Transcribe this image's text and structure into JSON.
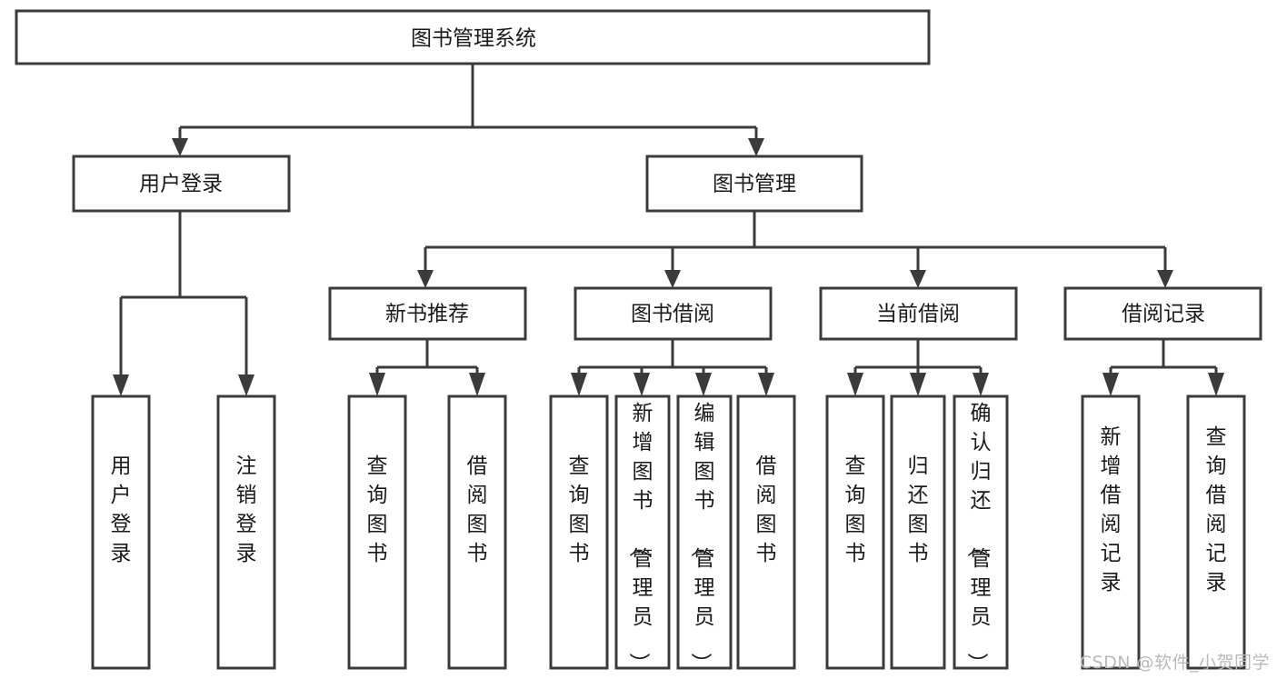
{
  "diagram": {
    "type": "tree-hierarchy",
    "title": "图书管理系统",
    "orientation": "top-down",
    "colors": {
      "background": "#ffffff",
      "box_fill": "#ffffff",
      "box_stroke": "#3b3b3b",
      "connector": "#3b3b3b",
      "text": "#1a1a1a",
      "watermark": "#b9b9b9"
    },
    "levels": [
      {
        "level": 1,
        "nodes": [
          {
            "id": "root",
            "label": "图书管理系统",
            "text_orientation": "horizontal"
          }
        ]
      },
      {
        "level": 2,
        "nodes": [
          {
            "id": "user-login",
            "label": "用户登录",
            "parent": "root",
            "text_orientation": "horizontal"
          },
          {
            "id": "book-manage",
            "label": "图书管理",
            "parent": "root",
            "text_orientation": "horizontal"
          }
        ]
      },
      {
        "level": 3,
        "nodes": [
          {
            "id": "new-book-rec",
            "label": "新书推荐",
            "parent": "book-manage",
            "text_orientation": "horizontal"
          },
          {
            "id": "book-borrow",
            "label": "图书借阅",
            "parent": "book-manage",
            "text_orientation": "horizontal"
          },
          {
            "id": "current-borrow",
            "label": "当前借阅",
            "parent": "book-manage",
            "text_orientation": "horizontal"
          },
          {
            "id": "borrow-record",
            "label": "借阅记录",
            "parent": "book-manage",
            "text_orientation": "horizontal"
          }
        ]
      },
      {
        "level": 4,
        "nodes": [
          {
            "id": "leaf-1",
            "label": "用户登录",
            "parent": "user-login",
            "text_orientation": "vertical"
          },
          {
            "id": "leaf-2",
            "label": "注销登录",
            "parent": "user-login",
            "text_orientation": "vertical"
          },
          {
            "id": "leaf-3",
            "label": "查询图书",
            "parent": "new-book-rec",
            "text_orientation": "vertical"
          },
          {
            "id": "leaf-4",
            "label": "借阅图书",
            "parent": "new-book-rec",
            "text_orientation": "vertical"
          },
          {
            "id": "leaf-5",
            "label": "查询图书",
            "parent": "book-borrow",
            "text_orientation": "vertical"
          },
          {
            "id": "leaf-6",
            "label": "新增图书（管理员）",
            "parent": "book-borrow",
            "text_orientation": "vertical"
          },
          {
            "id": "leaf-7",
            "label": "编辑图书（管理员）",
            "parent": "book-borrow",
            "text_orientation": "vertical"
          },
          {
            "id": "leaf-8",
            "label": "借阅图书",
            "parent": "book-borrow",
            "text_orientation": "vertical"
          },
          {
            "id": "leaf-9",
            "label": "查询图书",
            "parent": "current-borrow",
            "text_orientation": "vertical"
          },
          {
            "id": "leaf-10",
            "label": "归还图书",
            "parent": "current-borrow",
            "text_orientation": "vertical"
          },
          {
            "id": "leaf-11",
            "label": "确认归还（管理员）",
            "parent": "current-borrow",
            "text_orientation": "vertical"
          },
          {
            "id": "leaf-12",
            "label": "新增借阅记录",
            "parent": "borrow-record",
            "text_orientation": "vertical"
          },
          {
            "id": "leaf-13",
            "label": "查询借阅记录",
            "parent": "borrow-record",
            "text_orientation": "vertical"
          }
        ]
      }
    ]
  },
  "watermark": {
    "text": "CSDN @软件_小贺同学"
  }
}
